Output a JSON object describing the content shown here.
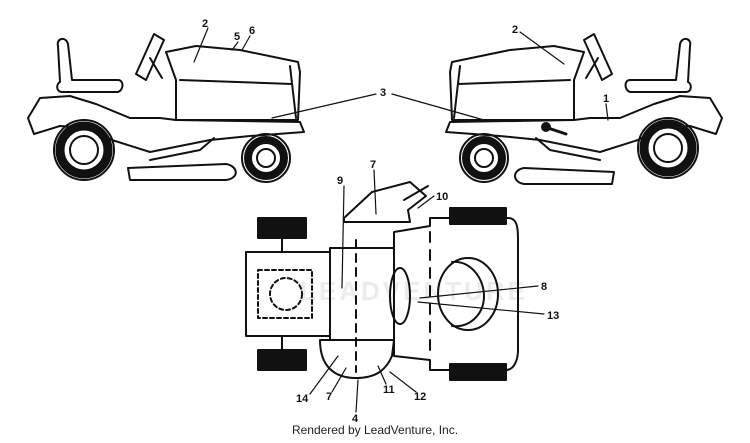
{
  "diagram": {
    "callouts": {
      "c1": "1",
      "c2_left": "2",
      "c2_right": "2",
      "c3": "3",
      "c4": "4",
      "c5": "5",
      "c6": "6",
      "c7_top": "7",
      "c7_bottom": "7",
      "c8": "8",
      "c9": "9",
      "c10": "10",
      "c11": "11",
      "c12": "12",
      "c13": "13",
      "c14": "14"
    },
    "watermark": "LEADVENTURE"
  },
  "footer": {
    "credit": "Rendered by LeadVenture, Inc."
  }
}
